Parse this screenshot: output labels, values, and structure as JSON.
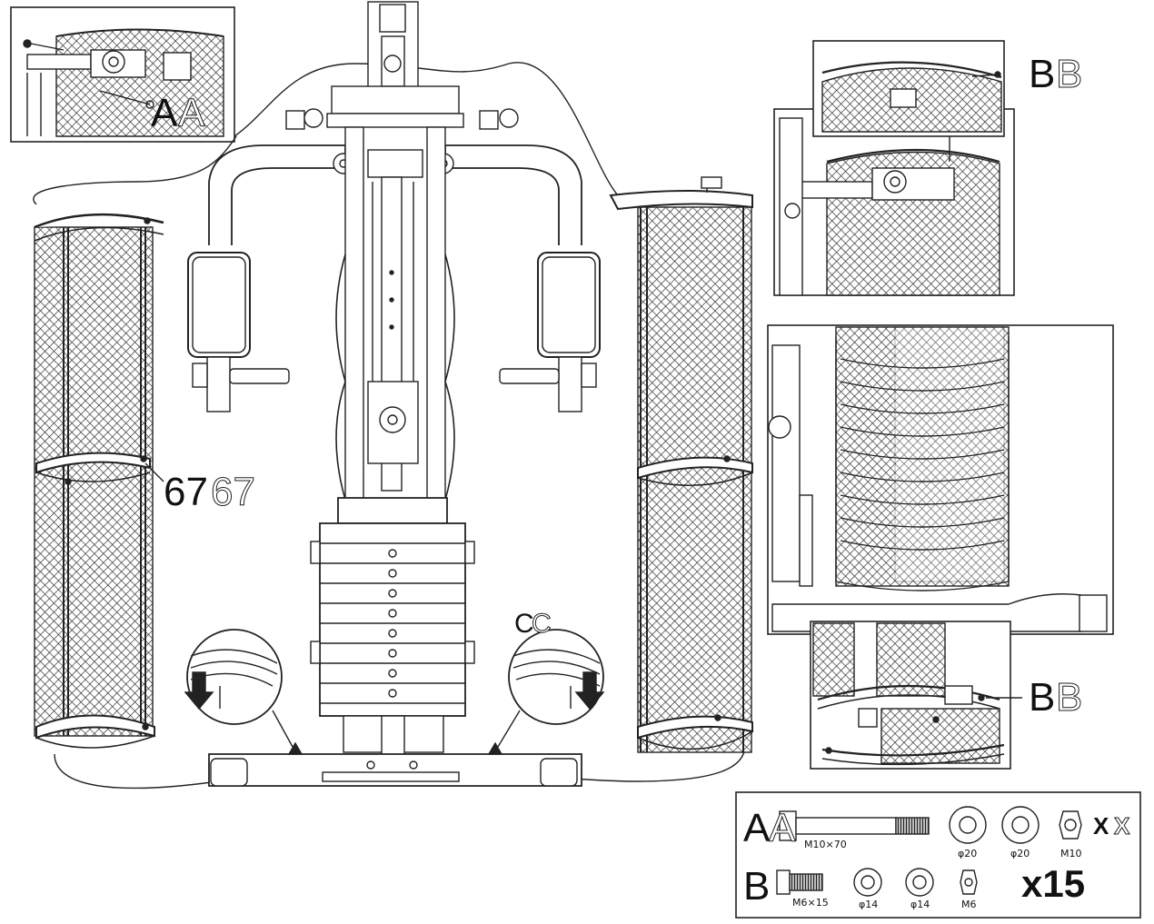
{
  "callouts": {
    "a_top": "A",
    "b_top": "B",
    "part_67": "67",
    "c_label": "C",
    "b_bottom": "B"
  },
  "hardware": {
    "row_a": {
      "letter": "A",
      "bolt": "M10×70",
      "washer1": "φ20",
      "washer2": "φ20",
      "nut": "M10",
      "qty": "X"
    },
    "row_b": {
      "letter": "B",
      "bolt": "M6×15",
      "washer1": "φ14",
      "washer2": "φ14",
      "nut": "M6",
      "qty": "x15"
    }
  },
  "colors": {
    "line": "#222222",
    "mesh": "#333333",
    "background": "#ffffff"
  }
}
